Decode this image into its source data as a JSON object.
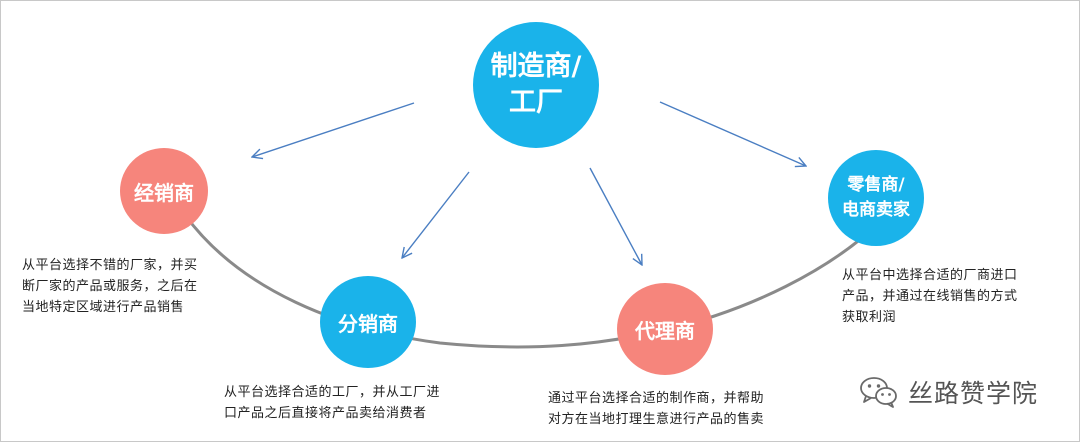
{
  "nodes": {
    "manufacturer": {
      "label": "制造商/\n工厂",
      "color": "#1ab3ea"
    },
    "dealer": {
      "label": "经销商",
      "color": "#f6857c"
    },
    "retailer": {
      "label": "零售商/\n电商卖家",
      "color": "#1ab3ea"
    },
    "distributor": {
      "label": "分销商",
      "color": "#1ab3ea"
    },
    "agent": {
      "label": "代理商",
      "color": "#f6857c"
    }
  },
  "descriptions": {
    "dealer": "从平台选择不错的厂家，并买\n断厂家的产品或服务，之后在\n当地特定区域进行产品销售",
    "retailer": "从平台中选择合适的厂商进口\n产品，并通过在线销售的方式\n获取利润",
    "distributor": "从平台选择合适的工厂，并从工厂进\n口产品之后直接将产品卖给消费者",
    "agent": "通过平台选择合适的制作商，并帮助\n对方在当地打理生意进行产品的售卖"
  },
  "watermark": {
    "text": "丝路赞学院",
    "icon": "wechat-icon"
  },
  "colors": {
    "arrow": "#4a7ec2",
    "arc": "#8a8a8a"
  }
}
